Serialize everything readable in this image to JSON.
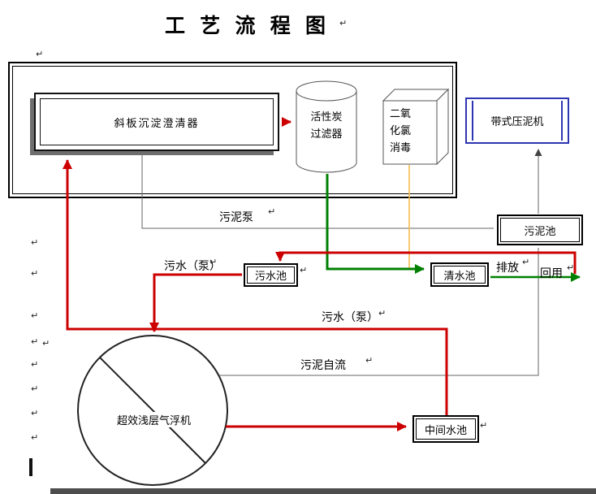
{
  "title": "工 艺 流 程 图",
  "colors": {
    "red": "#cc0000",
    "green": "#008000",
    "orange": "#f5b942",
    "blue": "#2d35b0",
    "wire": "#666666"
  },
  "nodes": {
    "clarifier": {
      "label": "斜板沉淀澄清器"
    },
    "carbon_filter": {
      "line1": "活性炭",
      "line2": "过滤器"
    },
    "disinfection": {
      "line1": "二氧",
      "line2": "化氯",
      "line3": "消毒"
    },
    "belt_press": {
      "label": "带式压泥机"
    },
    "sludge_tank": {
      "label": "污泥池"
    },
    "sewage_tank": {
      "label": "污水池"
    },
    "clean_tank": {
      "label": "清水池"
    },
    "middle_tank": {
      "label": "中间水池"
    },
    "flotation": {
      "label": "超效浅层气浮机"
    }
  },
  "flow_labels": {
    "sludge_pump": "污泥泵",
    "sewage_pump_upper": "污水（泵）",
    "discharge": "排放",
    "reuse": "回用",
    "sewage_pump_lower": "污水（泵）",
    "sludge_gravity": "污泥自流"
  },
  "misc": {
    "paragraph_mark": "↵"
  }
}
